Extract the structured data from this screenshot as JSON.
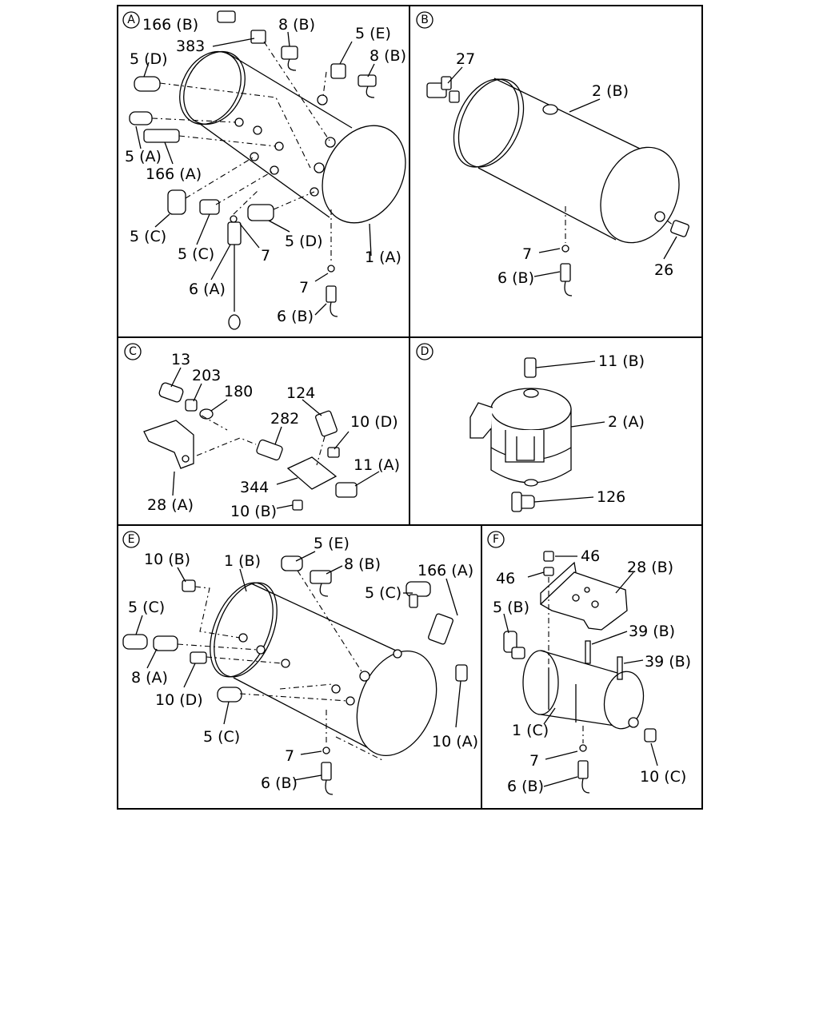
{
  "panels": [
    {
      "letter": "A",
      "labels": [
        "166 (B)",
        "383",
        "8 (B)",
        "5 (E)",
        "8 (B)",
        "5 (D)",
        "5 (A)",
        "166 (A)",
        "5 (C)",
        "5 (C)",
        "7",
        "5 (D)",
        "1 (A)",
        "6 (A)",
        "7",
        "6 (B)"
      ]
    },
    {
      "letter": "B",
      "labels": [
        "27",
        "2 (B)",
        "7",
        "6 (B)",
        "26"
      ]
    },
    {
      "letter": "C",
      "labels": [
        "13",
        "203",
        "180",
        "124",
        "282",
        "10 (D)",
        "11 (A)",
        "344",
        "28 (A)",
        "10 (B)"
      ]
    },
    {
      "letter": "D",
      "labels": [
        "11 (B)",
        "2 (A)",
        "126"
      ]
    },
    {
      "letter": "E",
      "labels": [
        "10 (B)",
        "1 (B)",
        "5 (E)",
        "8 (B)",
        "166 (A)",
        "5 (C)",
        "5 (C)",
        "8 (A)",
        "10 (D)",
        "5 (C)",
        "7",
        "6 (B)",
        "10 (A)"
      ]
    },
    {
      "letter": "F",
      "labels": [
        "46",
        "46",
        "28 (B)",
        "5 (B)",
        "39 (B)",
        "39 (B)",
        "1 (C)",
        "7",
        "6 (B)",
        "10 (C)"
      ]
    }
  ]
}
